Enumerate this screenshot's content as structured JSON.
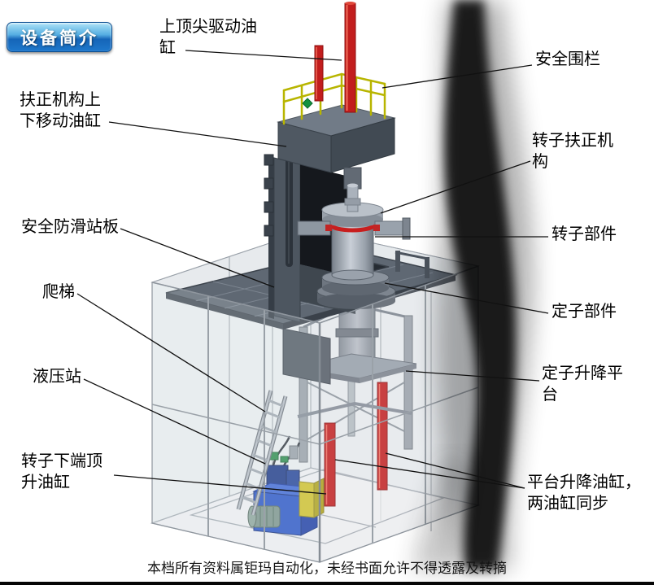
{
  "badge": {
    "label": "设备简介"
  },
  "labels": [
    {
      "id": "top-tip-drive-cylinder",
      "text": "上顶尖驱动油\n缸"
    },
    {
      "id": "safety-fence",
      "text": "安全围栏"
    },
    {
      "id": "centering-lift-cylinder",
      "text": "扶正机构上\n下移动油缸"
    },
    {
      "id": "rotor-centering-mechanism",
      "text": "转子扶正机\n构"
    },
    {
      "id": "anti-slip-platform",
      "text": "安全防滑站板"
    },
    {
      "id": "ladder",
      "text": "爬梯"
    },
    {
      "id": "rotor-part",
      "text": "转子部件"
    },
    {
      "id": "stator-part",
      "text": "定子部件"
    },
    {
      "id": "hydraulic-station",
      "text": "液压站"
    },
    {
      "id": "stator-lift-platform",
      "text": "定子升降平\n台"
    },
    {
      "id": "rotor-bottom-jack-cylinder",
      "text": "转子下端顶\n升油缸"
    },
    {
      "id": "platform-lift-cylinders",
      "text": "平台升降油缸，\n两油缸同步"
    }
  ],
  "footer": {
    "text": "本档所有资料属钜玛自动化，未经书面允许不得透露及转摘"
  },
  "colors": {
    "badge_blue": "#1e78cc",
    "cylinder_red": "#c21d1d",
    "railing_yellow": "#b8b500",
    "hydraulic_blue": "#2b57c8",
    "platform_gray": "#5f6873",
    "leader_line": "#111111"
  }
}
